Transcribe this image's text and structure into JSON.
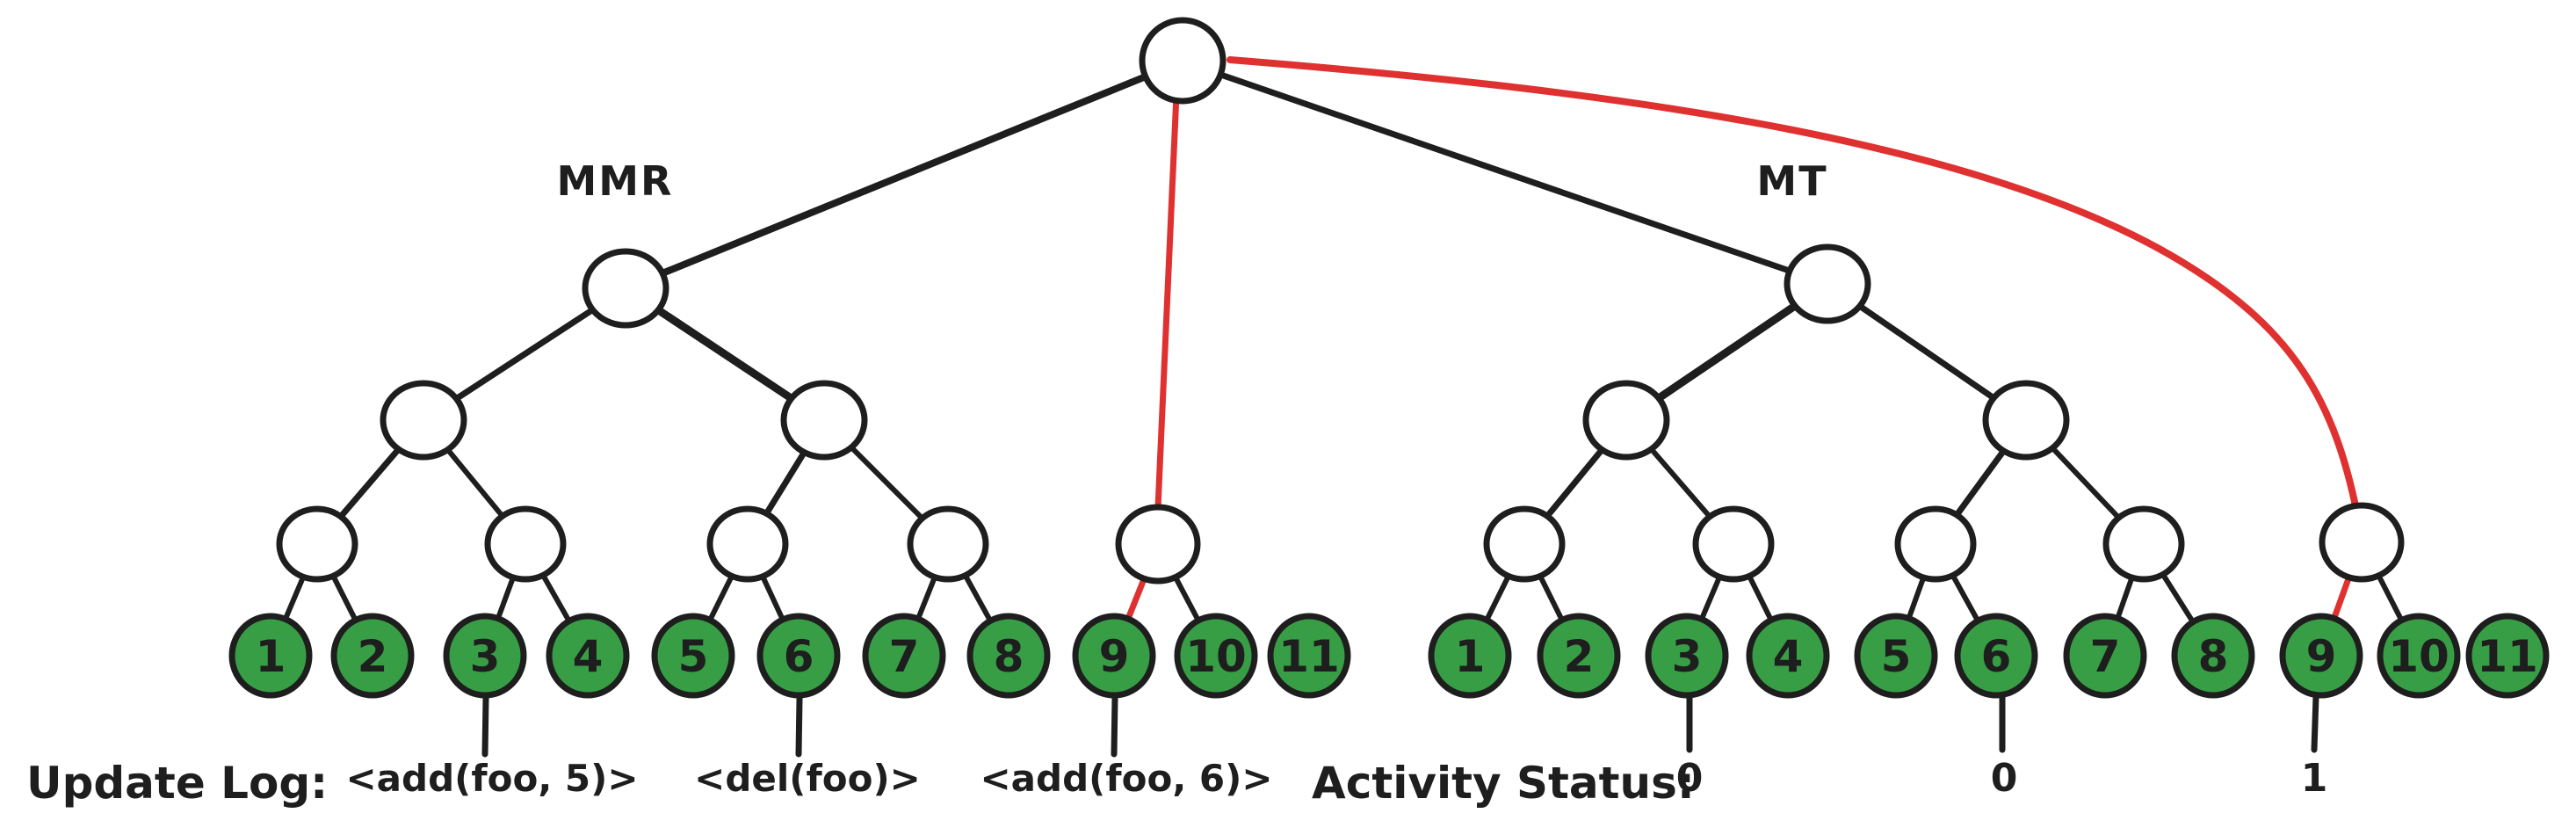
{
  "colors": {
    "background": "#ffffff",
    "stroke": "#1e1e1e",
    "node_fill": "#ffffff",
    "leaf_fill": "#379e45",
    "highlight_red": "#e03131"
  },
  "trees": {
    "mmr": {
      "label": "MMR",
      "leaves": [
        "1",
        "2",
        "3",
        "4",
        "5",
        "6",
        "7",
        "8",
        "9",
        "10",
        "11"
      ]
    },
    "mt": {
      "label": "MT",
      "leaves": [
        "1",
        "2",
        "3",
        "4",
        "5",
        "6",
        "7",
        "8",
        "9",
        "10",
        "11"
      ]
    }
  },
  "update_log": {
    "label": "Update Log:",
    "entries": [
      "<add(foo, 5)>",
      "<del(foo)>",
      "<add(foo, 6)>"
    ]
  },
  "activity_status": {
    "label": "Activity Status:",
    "values": [
      "0",
      "0",
      "1"
    ]
  }
}
